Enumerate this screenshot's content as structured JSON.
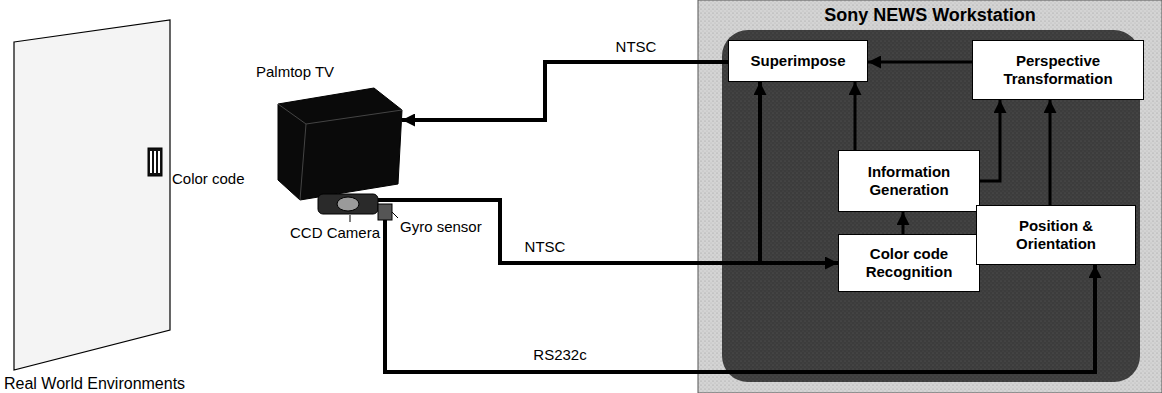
{
  "diagram": {
    "nodes": [
      {
        "text": [
          "Real World Environments"
        ]
      },
      {
        "text": [
          "Color code"
        ],
        "in": 0
      },
      {
        "text": [
          "Palmtop TV"
        ]
      },
      {
        "text": [
          "CCD Camera"
        ]
      },
      {
        "text": [
          "Gyro sensor"
        ]
      },
      {
        "text": [
          "Sony NEWS Workstation"
        ]
      },
      {
        "text": [
          "Superimpose"
        ],
        "in": 5
      },
      {
        "text": [
          "Perspective Transformation"
        ],
        "in": 5
      },
      {
        "text": [
          "Information Generation"
        ],
        "in": 5
      },
      {
        "text": [
          "Color code Recognition"
        ],
        "in": 5
      },
      {
        "text": [
          "Position & Orientation"
        ],
        "in": 5
      }
    ],
    "edges": [
      {
        "from": 6,
        "to": 2,
        "label": "NTSC",
        "arrow": "to"
      },
      {
        "from": 3,
        "to": 9,
        "label": "NTSC",
        "arrow": "to"
      },
      {
        "from": 3,
        "to": 6,
        "arrow": "to"
      },
      {
        "from": 4,
        "to": 10,
        "label": "RS232c",
        "arrow": "to"
      },
      {
        "from": 9,
        "to": 8,
        "arrow": "to"
      },
      {
        "from": 8,
        "to": 6,
        "arrow": "to"
      },
      {
        "from": 8,
        "to": 7,
        "arrow": "to"
      },
      {
        "from": 10,
        "to": 7,
        "arrow": "to"
      },
      {
        "from": 7,
        "to": 6,
        "arrow": "to"
      }
    ]
  }
}
